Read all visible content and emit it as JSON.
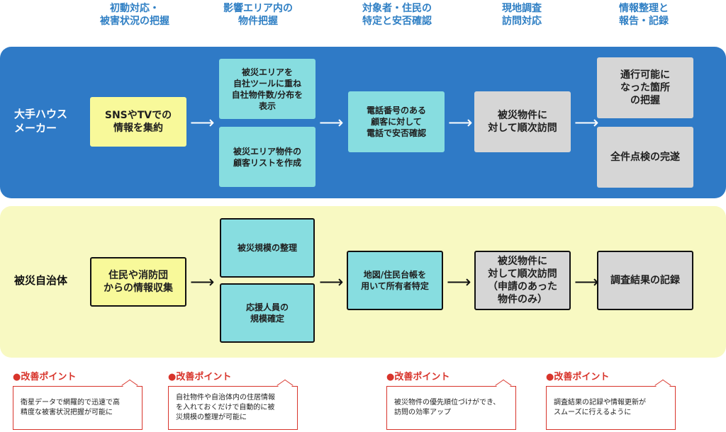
{
  "phases": [
    "初動対応・\n被害状況の把握",
    "影響エリア内の\n物件把握",
    "対象者・住民の\n特定と安否確認",
    "現地調査\n訪問対応",
    "情報整理と\n報告・記録"
  ],
  "row1": {
    "label": "大手ハウス\nメーカー",
    "step1": "SNSやTVでの\n情報を集約",
    "step2a": "被災エリアを\n自社ツールに重ね\n自社物件数/分布を\n表示",
    "step2b": "被災エリア物件の\n顧客リストを作成",
    "step3": "電話番号のある\n顧客に対して\n電話で安否確認",
    "step4": "被災物件に\n対して順次訪問",
    "step5a": "通行可能に\nなった箇所\nの把握",
    "step5b": "全件点検の完遂"
  },
  "row2": {
    "label": "被災自治体",
    "step1": "住民や消防団\nからの情報収集",
    "step2a": "被災規模の整理",
    "step2b": "応援人員の\n規模確定",
    "step3": "地図/住民台帳を\n用いて所有者特定",
    "step4": "被災物件に\n対して順次訪問\n（申請のあった\n物件のみ）",
    "step5": "調査結果の記録"
  },
  "points": [
    {
      "title": "●改善ポイント",
      "text": "衛星データで網羅的で迅速で高\n精度な被害状況把握が可能に"
    },
    {
      "title": "●改善ポイント",
      "text": "自社物件や自治体内の住居情報\nを入れておくだけで自動的に被\n災規模の整理が可能に"
    },
    {
      "title": "●改善ポイント",
      "text": "被災物件の優先順位づけができ、\n訪問の効率アップ"
    },
    {
      "title": "●改善ポイント",
      "text": "調査結果の記録や情報更新が\nスムーズに行えるように"
    }
  ],
  "arrow_glyph": "⟶",
  "colors": {
    "band_blue": "#2f7ac6",
    "band_yellow": "#f8f9c2",
    "teal": "#87dde0",
    "grey": "#d6d6d6",
    "yellow": "#f8f99a",
    "point_red": "#d8342b",
    "phase_blue": "#2f7fc4"
  }
}
